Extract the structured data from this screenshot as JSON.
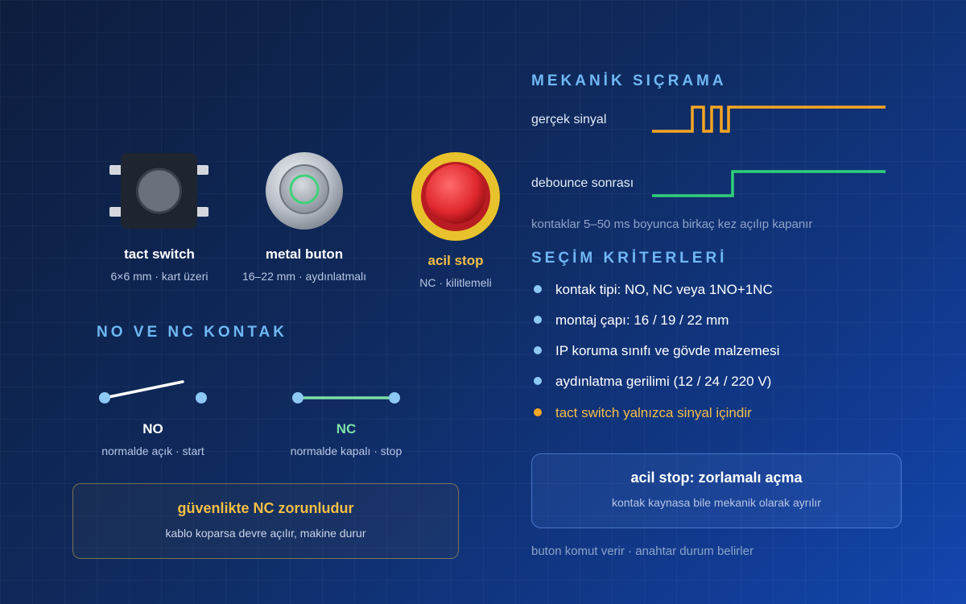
{
  "buttons": [
    {
      "title": "tact switch",
      "subtitle": "6×6 mm · kart üzeri"
    },
    {
      "title": "metal buton",
      "subtitle": "16–22 mm · aydınlatmalı"
    },
    {
      "title": "acil stop",
      "subtitle": "NC · kilitlemeli"
    }
  ],
  "contacts": {
    "section_title": "NO VE NC KONTAK",
    "no": {
      "title": "NO",
      "subtitle": "normalde açık · start"
    },
    "nc": {
      "title": "NC",
      "subtitle": "normalde kapalı · stop"
    }
  },
  "safety_box": {
    "title": "güvenlikte NC zorunludur",
    "subtitle": "kablo koparsa devre açılır, makine durur"
  },
  "bounce": {
    "section_title": "MEKANİK SIÇRAMA",
    "real_label": "gerçek sinyal",
    "debounce_label": "debounce sonrası",
    "note": "kontaklar 5–50 ms boyunca birkaç kez açılıp kapanır"
  },
  "criteria": {
    "section_title": "SEÇİM KRİTERLERİ",
    "items": [
      {
        "text": "kontak tipi: NO, NC veya 1NO+1NC",
        "color": "#8ec9f6"
      },
      {
        "text": "montaj çapı: 16 / 19 / 22 mm",
        "color": "#8ec9f6"
      },
      {
        "text": "IP koruma sınıfı ve gövde malzemesi",
        "color": "#8ec9f6"
      },
      {
        "text": "aydınlatma gerilimi (12 / 24 / 220 V)",
        "color": "#8ec9f6"
      },
      {
        "text": "tact switch yalnızca sinyal içindir",
        "color": "#f5a623"
      }
    ]
  },
  "estop_box": {
    "title": "acil stop: zorlamalı açma",
    "subtitle": "kontak kaynasa bile mekanik olarak ayrılır"
  },
  "footer": "buton komut verir · anahtar durum belirler",
  "colors": {
    "accent_blue": "#6fb8f4",
    "accent_orange": "#f5bf45",
    "signal_orange": "#f5a623",
    "signal_green": "#2fd07a",
    "nc_green": "#7de0a8"
  }
}
